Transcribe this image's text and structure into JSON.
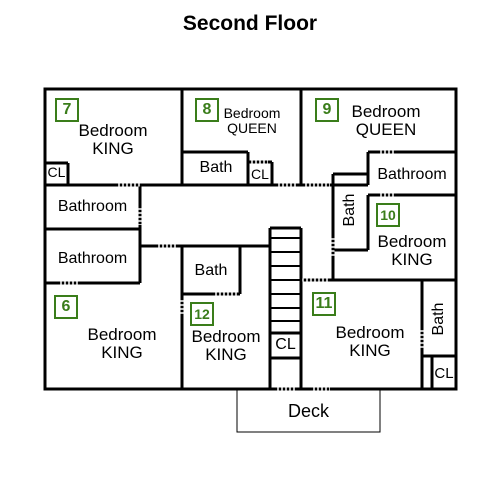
{
  "title": "Second Floor",
  "rooms": {
    "r7": {
      "num": "7",
      "line1": "Bedroom",
      "line2": "KING"
    },
    "r8": {
      "num": "8",
      "line1": "Bedroom",
      "line2": "QUEEN"
    },
    "r9": {
      "num": "9",
      "line1": "Bedroom",
      "line2": "QUEEN"
    },
    "r6": {
      "num": "6",
      "line1": "Bedroom",
      "line2": "KING"
    },
    "r12": {
      "num": "12",
      "line1": "Bedroom",
      "line2": "KING"
    },
    "r11": {
      "num": "11",
      "line1": "Bedroom",
      "line2": "KING"
    },
    "r10": {
      "num": "10",
      "line1": "Bedroom",
      "line2": "KING"
    }
  },
  "labels": {
    "cl": "CL",
    "bath": "Bath",
    "bathroom": "Bathroom",
    "deck": "Deck"
  },
  "colors": {
    "badge": "#3a7d1a",
    "wall": "#000000"
  }
}
